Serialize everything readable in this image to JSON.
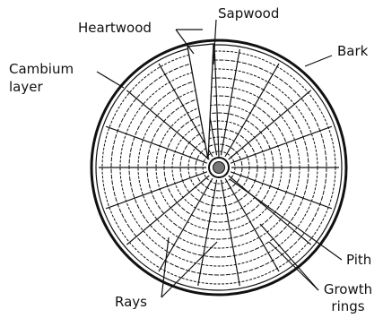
{
  "labels": {
    "heartwood": "Heartwood",
    "sapwood": "Sapwood",
    "bark": "Bark",
    "cambium_line1": "Cambium",
    "cambium_line2": "layer",
    "pith": "Pith",
    "growth_line1": "Growth",
    "growth_line2": "rings",
    "rays": "Rays"
  },
  "colors": {
    "ink": "#111111",
    "wood": "#ffffff",
    "pith": "#777777"
  }
}
